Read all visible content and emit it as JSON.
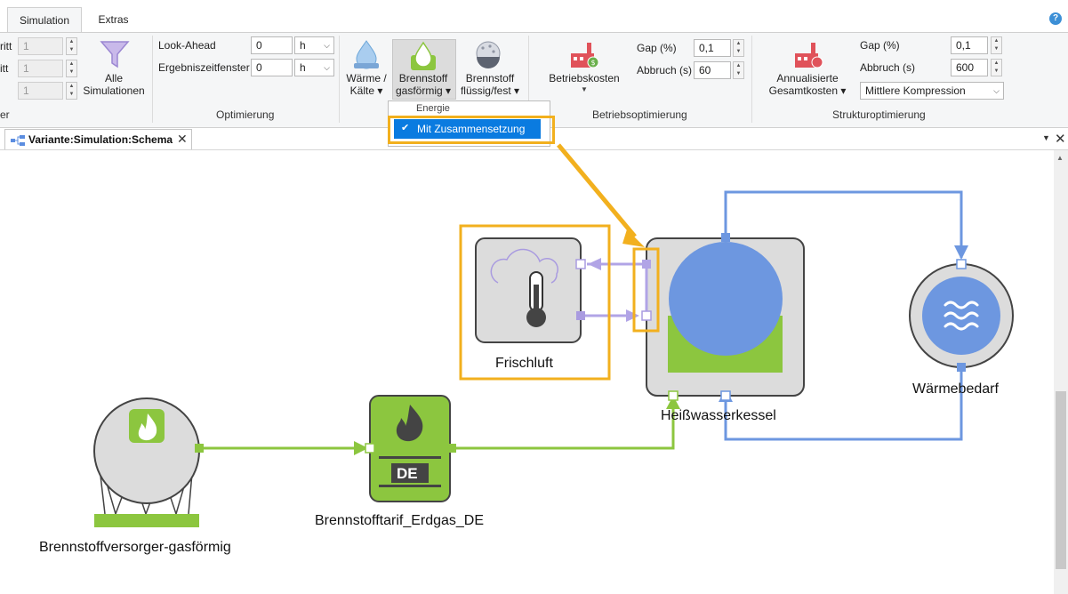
{
  "tabs": {
    "simulation": "Simulation",
    "extras": "Extras"
  },
  "help_label": "?",
  "ribbon": {
    "left": {
      "labels": [
        "ritt",
        "itt",
        ""
      ],
      "values": [
        "1",
        "1",
        "1"
      ],
      "group_title": "er"
    },
    "filter": {
      "label": "Alle Simulationen"
    },
    "optimierung": {
      "lookahead_label": "Look-Ahead",
      "lookahead_value": "0",
      "lookahead_unit": "h",
      "ergebnis_label": "Ergebniszeitfenster",
      "ergebnis_value": "0",
      "ergebnis_unit": "h",
      "group_title": "Optimierung"
    },
    "energie": {
      "waerme_label": "Wärme / Kälte ▾",
      "gas_label": "Brennstoff gasförmig ▾",
      "fluessig_label": "Brennstoff flüssig/fest ▾"
    },
    "betrieb": {
      "kosten_label": "Betriebskosten",
      "gap_label": "Gap (%)",
      "gap_value": "0,1",
      "abbruch_label": "Abbruch (s)",
      "abbruch_value": "60",
      "group_title": "Betriebsoptimierung"
    },
    "struktur": {
      "kosten_label": "Annualisierte Gesamtkosten ▾",
      "gap_label": "Gap (%)",
      "gap_value": "0,1",
      "abbruch_label": "Abbruch (s)",
      "abbruch_value": "600",
      "mode_value": "Mittlere Kompression",
      "group_title": "Strukturoptimierung"
    }
  },
  "dropdown": {
    "header": "Energie",
    "item": "Mit Zusammensetzung",
    "check": "✔"
  },
  "doc_tab": {
    "label": "Variante:Simulation:Schema",
    "close": "✕"
  },
  "window_controls": {
    "pin": "▼",
    "close": "✕"
  },
  "schema": {
    "nodes": {
      "frischluft": "Frischluft",
      "kessel": "Heißwasserkessel",
      "waermebedarf": "Wärmebedarf",
      "tarif": "Brennstofftarif_Erdgas_DE",
      "tarif_badge": "DE",
      "versorger": "Brennstoffversorger-gasförmig"
    }
  },
  "colors": {
    "highlight": "#f2b01e",
    "green": "#8cc63f",
    "blue": "#5b8de0",
    "violet": "#a99be0",
    "node_fill": "#dcdcdc"
  }
}
